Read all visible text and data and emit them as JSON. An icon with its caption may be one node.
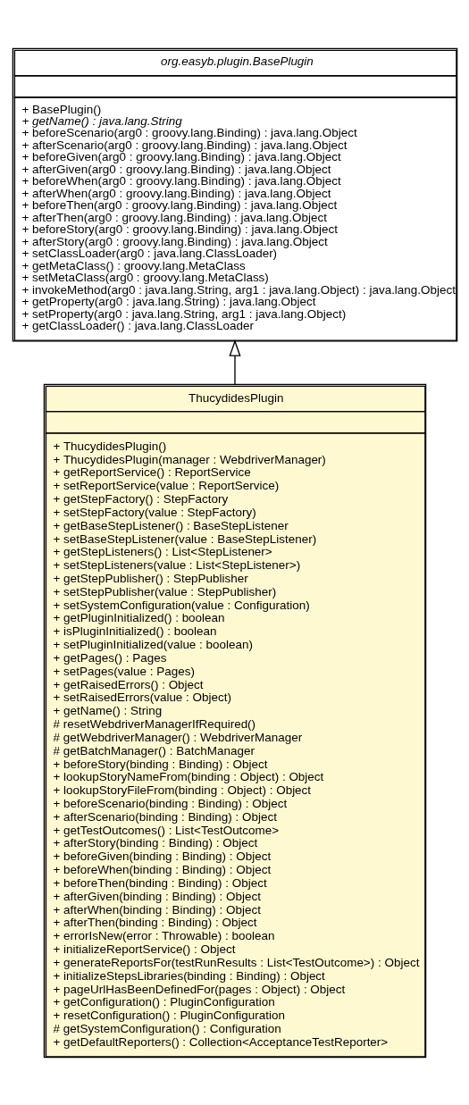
{
  "diagram": {
    "nodes": [
      {
        "text": [
          "org.easyb.plugin.BasePlugin",
          "+ BasePlugin()",
          "+ getName() : java.lang.String",
          "+ beforeScenario(arg0 : groovy.lang.Binding) : java.lang.Object",
          "+ afterScenario(arg0 : groovy.lang.Binding) : java.lang.Object",
          "+ beforeGiven(arg0 : groovy.lang.Binding) : java.lang.Object",
          "+ afterGiven(arg0 : groovy.lang.Binding) : java.lang.Object",
          "+ beforeWhen(arg0 : groovy.lang.Binding) : java.lang.Object",
          "+ afterWhen(arg0 : groovy.lang.Binding) : java.lang.Object",
          "+ beforeThen(arg0 : groovy.lang.Binding) : java.lang.Object",
          "+ afterThen(arg0 : groovy.lang.Binding) : java.lang.Object",
          "+ beforeStory(arg0 : groovy.lang.Binding) : java.lang.Object",
          "+ afterStory(arg0 : groovy.lang.Binding) : java.lang.Object",
          "+ setClassLoader(arg0 : java.lang.ClassLoader)",
          "+ getMetaClass() : groovy.lang.MetaClass",
          "+ setMetaClass(arg0 : groovy.lang.MetaClass)",
          "+ invokeMethod(arg0 : java.lang.String, arg1 : java.lang.Object) : java.lang.Object",
          "+ getProperty(arg0 : java.lang.String) : java.lang.Object",
          "+ setProperty(arg0 : java.lang.String, arg1 : java.lang.Object)",
          "+ getClassLoader() : java.lang.ClassLoader"
        ]
      },
      {
        "text": [
          "ThucydidesPlugin",
          "+ ThucydidesPlugin()",
          "+ ThucydidesPlugin(manager : WebdriverManager)",
          "+ getReportService() : ReportService",
          "+ setReportService(value : ReportService)",
          "+ getStepFactory() : StepFactory",
          "+ setStepFactory(value : StepFactory)",
          "+ getBaseStepListener() : BaseStepListener",
          "+ setBaseStepListener(value : BaseStepListener)",
          "+ getStepListeners() : List<StepListener>",
          "+ setStepListeners(value : List<StepListener>)",
          "+ getStepPublisher() : StepPublisher",
          "+ setStepPublisher(value : StepPublisher)",
          "+ setSystemConfiguration(value : Configuration)",
          "+ getPluginInitialized() : boolean",
          "+ isPluginInitialized() : boolean",
          "+ setPluginInitialized(value : boolean)",
          "+ getPages() : Pages",
          "+ setPages(value : Pages)",
          "+ getRaisedErrors() : Object",
          "+ setRaisedErrors(value : Object)",
          "+ getName() : String",
          "# resetWebdriverManagerIfRequired()",
          "# getWebdriverManager() : WebdriverManager",
          "# getBatchManager() : BatchManager",
          "+ beforeStory(binding : Binding) : Object",
          "+ lookupStoryNameFrom(binding : Object) : Object",
          "+ lookupStoryFileFrom(binding : Object) : Object",
          "+ beforeScenario(binding : Binding) : Object",
          "+ afterScenario(binding : Binding) : Object",
          "+ getTestOutcomes() : List<TestOutcome>",
          "+ afterStory(binding : Binding) : Object",
          "+ beforeGiven(binding : Binding) : Object",
          "+ beforeWhen(binding : Binding) : Object",
          "+ beforeThen(binding : Binding) : Object",
          "+ afterGiven(binding : Binding) : Object",
          "+ afterWhen(binding : Binding) : Object",
          "+ afterThen(binding : Binding) : Object",
          "+ errorIsNew(error : Throwable) : boolean",
          "+ initializeReportService() : Object",
          "+ generateReportsFor(testRunResults : List<TestOutcome>) : Object",
          "+ initializeStepsLibraries(binding : Binding) : Object",
          "+ pageUrlHasBeenDefinedFor(pages : Object) : Object",
          "+ getConfiguration() : PluginConfiguration",
          "+ resetConfiguration() : PluginConfiguration",
          "# getSystemConfiguration() : Configuration",
          "+ getDefaultReporters() : Collection<AcceptanceTestReporter>"
        ]
      }
    ],
    "edges": [
      {
        "from": 1,
        "to": 0,
        "arrow": "to"
      }
    ]
  }
}
